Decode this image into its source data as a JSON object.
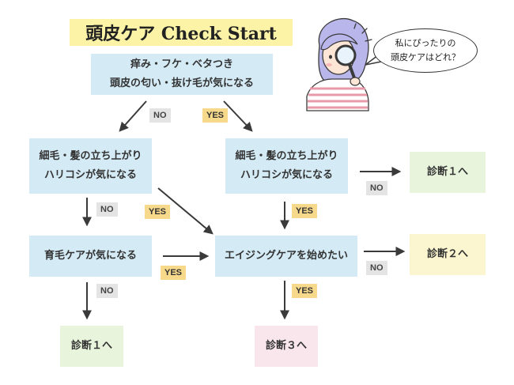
{
  "title": "頭皮ケア Check Start",
  "speech_bubble": "私にぴったりの\n頭皮ケアはどれ？",
  "nodes": {
    "start": "痒み・フケ・ベタつき\n頭皮の匂い・抜け毛が気になる",
    "left_q": "細毛・髪の立ち上がり\nハリコシが気になる",
    "right_q": "細毛・髪の立ち上がり\nハリコシが気になる",
    "growth": "育毛ケアが気になる",
    "aging": "エイジングケアを始めたい",
    "diag1_top": "診断１へ",
    "diag2": "診断２へ",
    "diag1_bottom": "診断１へ",
    "diag3": "診断３へ"
  },
  "labels": {
    "no": "NO",
    "yes": "YES"
  },
  "colors": {
    "question": "#d4ebf6",
    "diag1": "#e8f5dc",
    "diag2": "#fbf6cf",
    "diag3": "#f9e6ec",
    "title_bg": "#fdf3a6",
    "yes_tag": "#f7d98b",
    "no_tag": "#e4e4e4"
  },
  "illustration": "girl-with-magnifying-glass"
}
